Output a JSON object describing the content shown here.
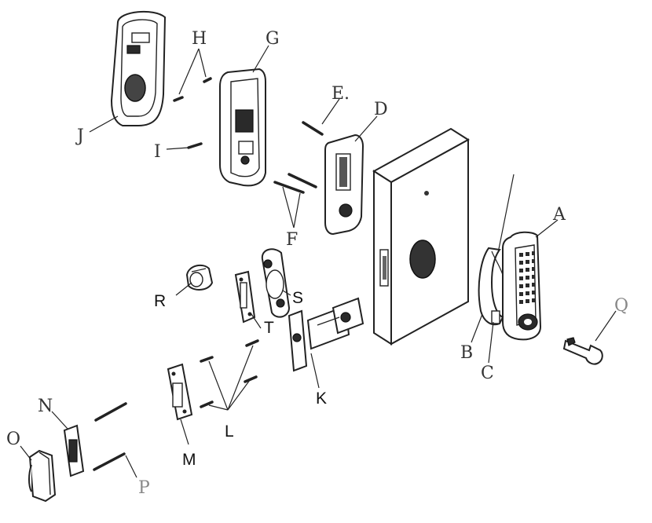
{
  "labels": {
    "A": "A",
    "B": "B",
    "C": "C",
    "D": "D",
    "E": "E.",
    "F": "F",
    "G": "G",
    "H": "H",
    "I": "I",
    "J": "J",
    "K": "K",
    "L": "L",
    "M": "M",
    "N": "N",
    "O": "O",
    "P": "P",
    "Q": "Q",
    "R": "R",
    "S": "S",
    "T": "T"
  },
  "icons": {
    "interior_cover": "interior-cover-icon",
    "mounting_plate": "mounting-plate-icon",
    "exterior_keypad": "exterior-keypad-icon",
    "door_slab": "door-slab-icon",
    "latch": "latch-icon",
    "deadbolt": "deadbolt-icon",
    "key": "key-icon"
  }
}
